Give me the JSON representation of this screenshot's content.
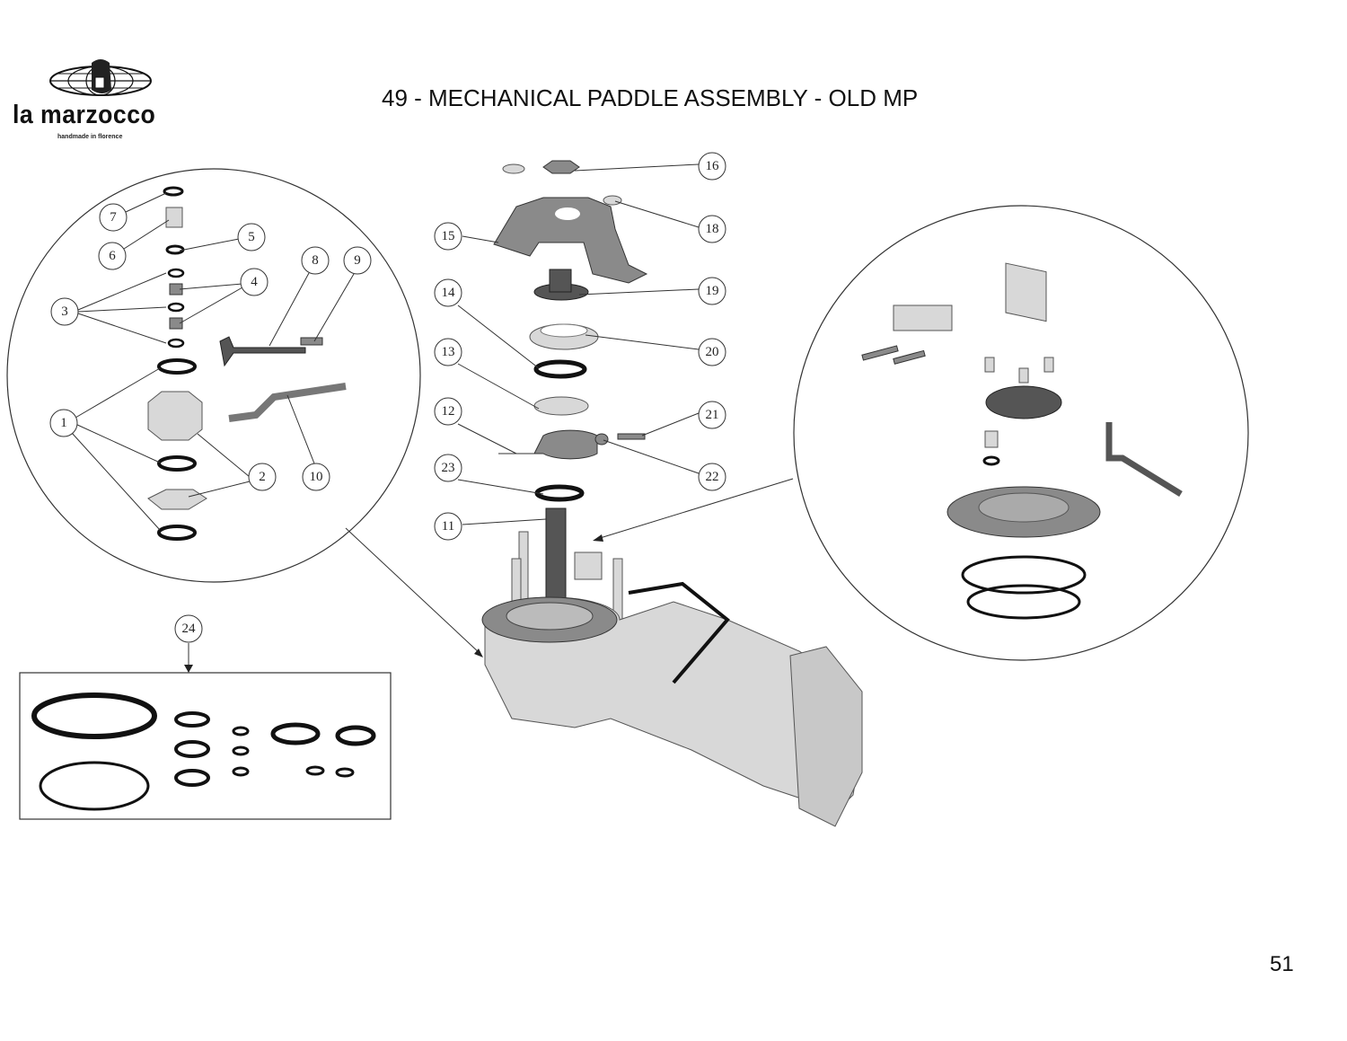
{
  "header": {
    "title": "49 - MECHANICAL PADDLE ASSEMBLY - OLD MP",
    "logo_name": "la marzocco",
    "logo_tagline": "handmade in florence"
  },
  "page_number": "51",
  "callouts": {
    "c1": "1",
    "c2": "2",
    "c3": "3",
    "c4": "4",
    "c5": "5",
    "c6": "6",
    "c7": "7",
    "c8": "8",
    "c9": "9",
    "c10": "10",
    "c11": "11",
    "c12": "12",
    "c13": "13",
    "c14": "14",
    "c15": "15",
    "c16": "16",
    "c18": "18",
    "c19": "19",
    "c20": "20",
    "c21": "21",
    "c22": "22",
    "c23": "23",
    "c24": "24"
  }
}
